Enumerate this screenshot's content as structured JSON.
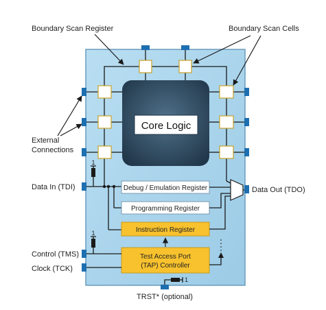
{
  "labels": {
    "boundary_scan_register": "Boundary Scan Register",
    "boundary_scan_cells": "Boundary Scan Cells",
    "external_connections_line1": "External",
    "external_connections_line2": "Connections",
    "data_in": "Data In (TDI)",
    "data_out": "Data Out (TDO)",
    "control": "Control (TMS)",
    "clock": "Clock (TCK)",
    "trst": "TRST* (optional)"
  },
  "blocks": {
    "core_logic": "Core Logic",
    "debug_register": "Debug / Emulation Register",
    "programming_register": "Programming Register",
    "instruction_register": "Instruction Register",
    "tap_line1": "Test Access Port",
    "tap_line2": "(TAP) Controller"
  },
  "pullup_values": {
    "tdi": "1",
    "tms": "1",
    "trst": "1"
  },
  "colors": {
    "chip_fill": "#a8d4ec",
    "chip_border": "#6a9bbd",
    "pin": "#1d6fb0",
    "core_dark": "#1f3447",
    "core_light": "#4f7189",
    "cell_border": "#c9a227",
    "tap_fill": "#f8c22e",
    "register_border": "#7a99b0"
  }
}
